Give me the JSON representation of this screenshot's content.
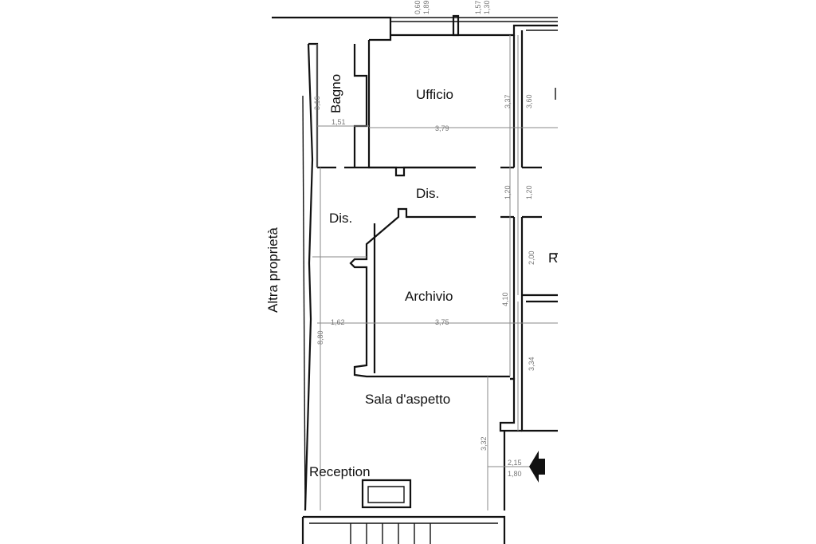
{
  "rooms": {
    "ufficio": "Ufficio",
    "bagno": "Bagno",
    "dis_upper": "Dis.",
    "dis_left": "Dis.",
    "archivio": "Archivio",
    "sala": "Sala d'aspetto",
    "reception": "Reception",
    "partial_right": "R"
  },
  "neighbor": "Altra proprietà",
  "dimensions": {
    "top_a1": "0,60",
    "top_a2": "1,89",
    "top_b1": "1,57",
    "top_b2": "1,30",
    "bagno_h": "3,16",
    "bagno_w": "1,51",
    "ufficio_w": "3,79",
    "ufficio_h": "3,37",
    "right_upper_h": "3,60",
    "dis_h_left": "1,20",
    "dis_h_right": "1,20",
    "right_mid_h": "2,00",
    "archivio_h": "4,10",
    "archivio_left_w": "1,62",
    "archivio_w": "3,75",
    "right_lower_h": "3,34",
    "corridor_h": "8,80",
    "sala_h": "3,32",
    "entry_w1": "2,15",
    "entry_w2": "1,80"
  }
}
